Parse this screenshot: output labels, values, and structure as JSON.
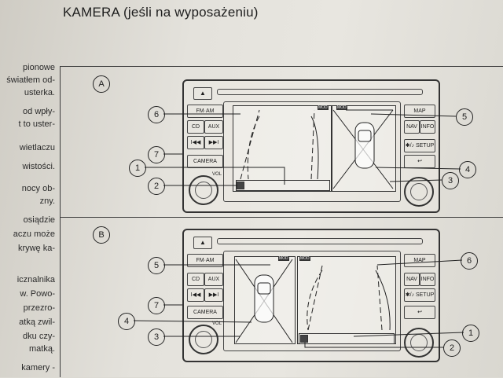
{
  "title": "KAMERA (jeśli na wyposażeniu)",
  "left_text": [
    "pionowe",
    "światłem od-",
    "usterka.",
    "od wpły-",
    "t to uster-",
    "wietlaczu",
    "wistości.",
    "nocy ob-",
    "zny.",
    "osiądzie",
    "aczu może",
    "krywę ka-",
    "icznalnika",
    "w. Powo-",
    "przezro-",
    "atką zwil-",
    "dku czy-",
    "matką.",
    "kamery -"
  ],
  "panels": [
    {
      "label": "A"
    },
    {
      "label": "B"
    }
  ],
  "buttons": {
    "eject": "▲",
    "fm_am": "FM·AM",
    "cd": "CD",
    "aux": "AUX",
    "prev": "I◀◀",
    "next": "▶▶I",
    "camera": "CAMERA",
    "map": "MAP",
    "nav": "NAV",
    "info": "INFO",
    "setup": "✱/♪ SETUP",
    "back": "↩",
    "vol": "VOL"
  },
  "screen_tag": "MOD",
  "callouts": {
    "a": [
      "6",
      "7",
      "1",
      "2",
      "5",
      "4",
      "3"
    ],
    "b": [
      "5",
      "7",
      "4",
      "3",
      "6",
      "1",
      "2"
    ]
  }
}
